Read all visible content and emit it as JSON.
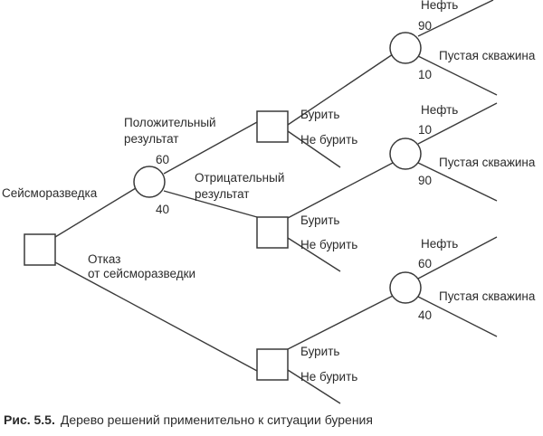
{
  "labels": {
    "root": "Сейсморазведка",
    "positive_l1": "Положительный",
    "positive_l2": "результат",
    "negative_l1": "Отрицательный",
    "negative_l2": "результат",
    "refusal_l1": "Отказ",
    "refusal_l2": "от сейсморазведки",
    "p_pos": "60",
    "p_neg": "40",
    "drill": "Бурить",
    "no_drill": "Не бурить",
    "oil": "Нефть",
    "dry": "Пустая скважина",
    "a_oil": "90",
    "a_dry": "10",
    "b_oil": "10",
    "b_dry": "90",
    "c_oil": "60",
    "c_dry": "40"
  },
  "caption": {
    "number": "Рис. 5.5.",
    "text": "Дерево решений применительно к ситуации бурения"
  }
}
